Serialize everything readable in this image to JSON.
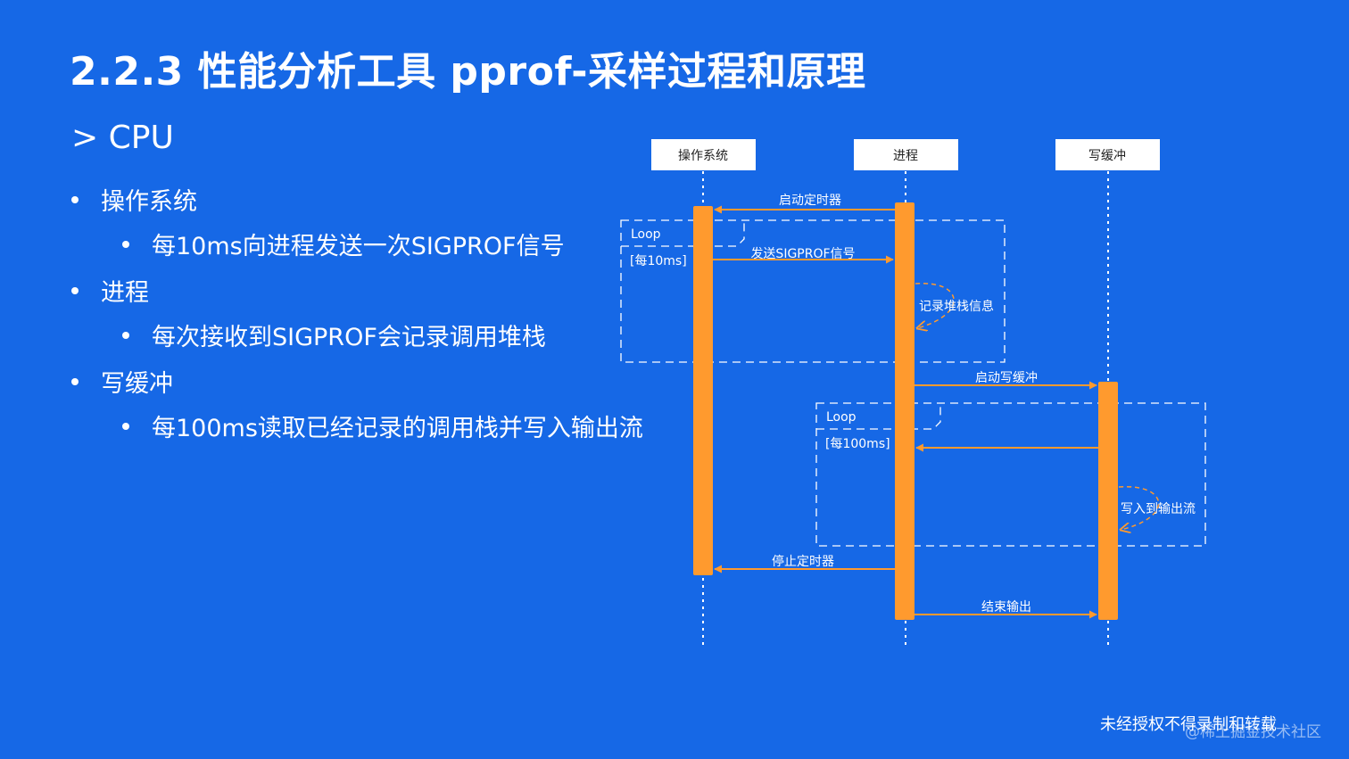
{
  "title": "2.2.3 性能分析工具 pprof-采样过程和原理",
  "section": "> CPU",
  "bullets": [
    {
      "label": "操作系统",
      "sub": "每10ms向进程发送一次SIGPROF信号"
    },
    {
      "label": "进程",
      "sub": "每次接收到SIGPROF会记录调用堆栈"
    },
    {
      "label": "写缓冲",
      "sub": "每100ms读取已经记录的调用栈并写入输出流"
    }
  ],
  "diagram": {
    "participants": [
      "操作系统",
      "进程",
      "写缓冲"
    ],
    "loop1": {
      "label": "Loop",
      "guard": "[每10ms]"
    },
    "loop2": {
      "label": "Loop",
      "guard": "[每100ms]"
    },
    "messages": {
      "start_timer": "启动定时器",
      "send_signal": "发送SIGPROF信号",
      "record_stack": "记录堆栈信息",
      "start_writer": "启动写缓冲",
      "write_output": "写入到输出流",
      "stop_timer": "停止定时器",
      "end_output": "结束输出"
    },
    "colors": {
      "activation": "#ff9a2e",
      "arrow": "#ff9a2e",
      "frame": "#ffffff"
    }
  },
  "footer": "未经授权不得录制和转载",
  "watermark": "@稀土掘金技术社区"
}
